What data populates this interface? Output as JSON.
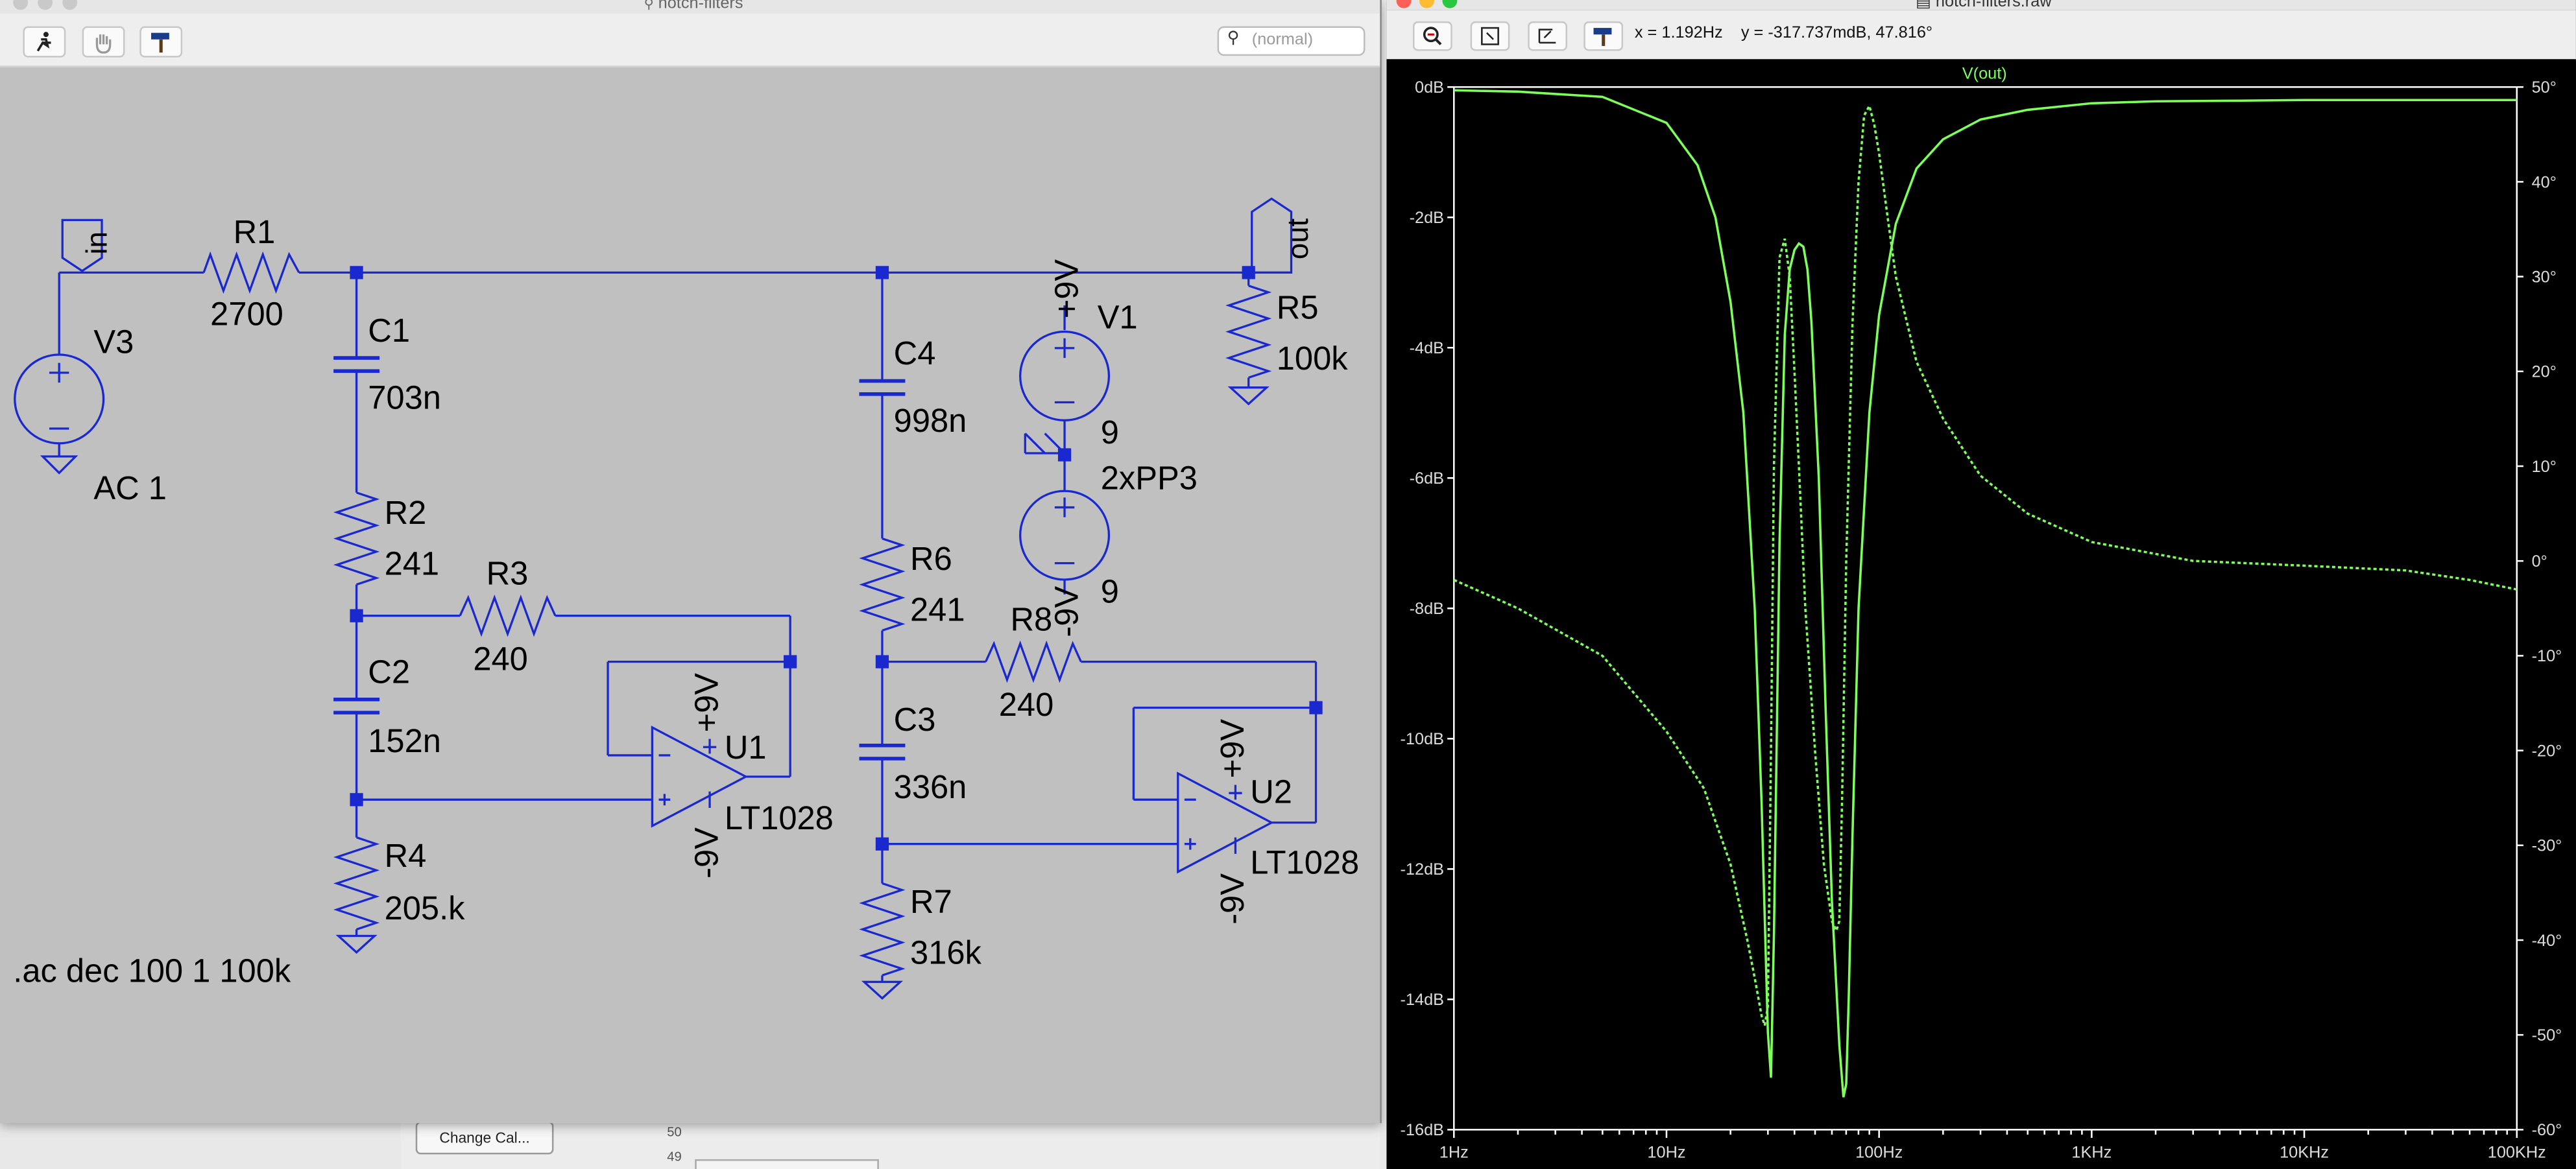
{
  "schematic_window": {
    "title": "notch-filters",
    "search_placeholder": "(normal)",
    "toolbar_icons": [
      "run-icon",
      "hand-icon",
      "hammer-icon"
    ],
    "wire_color": "#1a28d0",
    "background_color": "#c0c0c0",
    "nodes": {
      "in": "in",
      "out": "out"
    },
    "components": {
      "R1": {
        "name": "R1",
        "value": "2700"
      },
      "V3": {
        "name": "V3",
        "value": "AC 1"
      },
      "C1": {
        "name": "C1",
        "value": "703n"
      },
      "R2": {
        "name": "R2",
        "value": "241"
      },
      "R3": {
        "name": "R3",
        "value": "240"
      },
      "C2": {
        "name": "C2",
        "value": "152n"
      },
      "R4": {
        "name": "R4",
        "value": "205.k"
      },
      "U1": {
        "name": "U1",
        "value": "LT1028"
      },
      "C4": {
        "name": "C4",
        "value": "998n"
      },
      "R6": {
        "name": "R6",
        "value": "241"
      },
      "R8": {
        "name": "R8",
        "value": "240"
      },
      "C3": {
        "name": "C3",
        "value": "336n"
      },
      "R7": {
        "name": "R7",
        "value": "316k"
      },
      "U2": {
        "name": "U2",
        "value": "LT1028"
      },
      "V1": {
        "name": "V1",
        "value_top": "9",
        "value_mid": "2xPP3",
        "value_bottom": "9"
      },
      "R5": {
        "name": "R5",
        "value": "100k"
      }
    },
    "rail_labels": {
      "pos": "+9V",
      "neg": "-9V"
    },
    "directive": ".ac dec 100 1 100k"
  },
  "background_window": {
    "button_label": "Change Cal...",
    "row_numbers": [
      "50",
      "49"
    ]
  },
  "plot_window": {
    "title": "notch-filters.raw",
    "toolbar_icons": [
      "zoom-icon",
      "autorange-icon",
      "undo-zoom-icon",
      "hammer-icon"
    ],
    "cursor_readout": "x = 1.192Hz    y = -317.737mdB, 47.816°",
    "trace_color": "#7cff5a",
    "chart_data": {
      "type": "line",
      "title": "V(out)",
      "x_scale": "log",
      "xlim": [
        1,
        100000
      ],
      "x_ticks": [
        "1Hz",
        "10Hz",
        "100Hz",
        "1KHz",
        "10KHz",
        "100KHz"
      ],
      "ylim_left": [
        -16,
        0
      ],
      "y_ticks_left": [
        "0dB",
        "-2dB",
        "-4dB",
        "-6dB",
        "-8dB",
        "-10dB",
        "-12dB",
        "-14dB",
        "-16dB"
      ],
      "ylim_right": [
        -60,
        50
      ],
      "y_ticks_right": [
        "50°",
        "40°",
        "30°",
        "20°",
        "10°",
        "0°",
        "-10°",
        "-20°",
        "-30°",
        "-40°",
        "-50°",
        "-60°"
      ],
      "series": [
        {
          "style": "solid",
          "axis": "left",
          "x": [
            1,
            2,
            5,
            10,
            14,
            17,
            20,
            23,
            26,
            28,
            30,
            31,
            32,
            34,
            36,
            38,
            40,
            42,
            44,
            46,
            48,
            52,
            56,
            60,
            65,
            68,
            70,
            72,
            75,
            80,
            90,
            100,
            120,
            150,
            200,
            300,
            500,
            1000,
            2000,
            5000,
            10000,
            100000
          ],
          "y": [
            -0.05,
            -0.07,
            -0.15,
            -0.55,
            -1.2,
            -2.0,
            -3.3,
            -5.0,
            -8.0,
            -11.0,
            -14.5,
            -15.2,
            -13.0,
            -7.0,
            -3.8,
            -2.8,
            -2.5,
            -2.4,
            -2.45,
            -2.8,
            -3.6,
            -6.0,
            -9.5,
            -12.5,
            -14.7,
            -15.5,
            -15.3,
            -14.0,
            -11.5,
            -8.0,
            -5.0,
            -3.5,
            -2.1,
            -1.25,
            -0.8,
            -0.5,
            -0.35,
            -0.25,
            -0.22,
            -0.21,
            -0.2,
            -0.2
          ]
        },
        {
          "style": "dashed",
          "axis": "right",
          "x": [
            1,
            2,
            5,
            10,
            15,
            20,
            24,
            26,
            28,
            29,
            30,
            31,
            32,
            34,
            36,
            38,
            40,
            42,
            45,
            50,
            55,
            60,
            63,
            65,
            67,
            70,
            75,
            80,
            85,
            90,
            95,
            100,
            110,
            120,
            150,
            200,
            300,
            500,
            1000,
            3000,
            10000,
            30000,
            60000,
            100000
          ],
          "y": [
            -2,
            -5,
            -10,
            -18,
            -24,
            -32,
            -40,
            -44,
            -48,
            -49,
            -47,
            -20,
            10,
            32,
            34,
            30,
            20,
            10,
            -5,
            -20,
            -32,
            -38,
            -39,
            -38,
            -25,
            0,
            25,
            40,
            47,
            48,
            46,
            43,
            36,
            30,
            21,
            15,
            9,
            5,
            2,
            0,
            -0.5,
            -1,
            -2,
            -3
          ]
        }
      ]
    }
  }
}
